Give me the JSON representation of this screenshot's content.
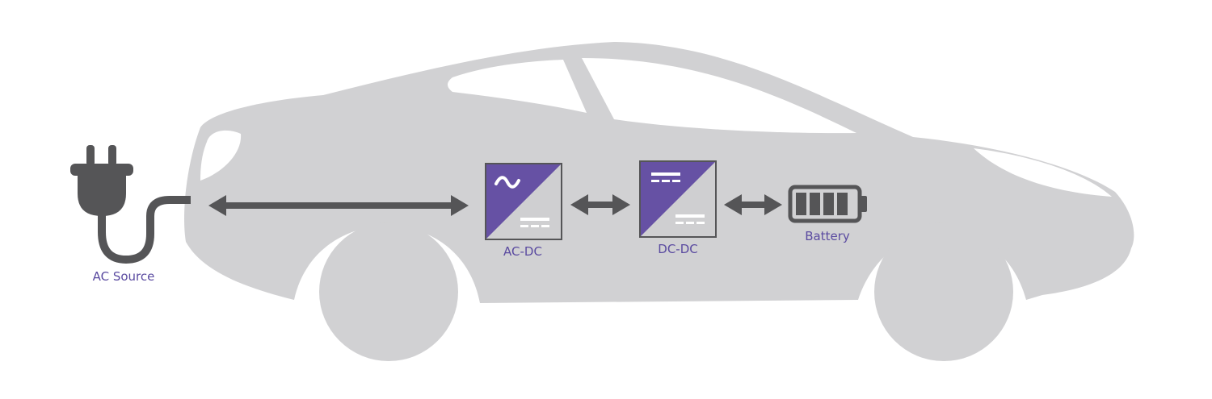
{
  "colors": {
    "car_body": "#d1d1d3",
    "car_window": "#ffffff",
    "connector": "#555557",
    "accent": "#6651a4",
    "box_light": "#cfcfd1",
    "label": "#5a4aa0"
  },
  "icons": {
    "source": "plug-icon",
    "ac_symbol": "sine-wave-icon",
    "dc_symbol": "dc-lines-icon",
    "battery": "battery-full-icon",
    "vehicle": "car-silhouette"
  },
  "components": {
    "ac_source": {
      "label": "AC Source"
    },
    "ac_dc": {
      "label": "AC-DC"
    },
    "dc_dc": {
      "label": "DC-DC"
    },
    "battery": {
      "label": "Battery"
    }
  }
}
